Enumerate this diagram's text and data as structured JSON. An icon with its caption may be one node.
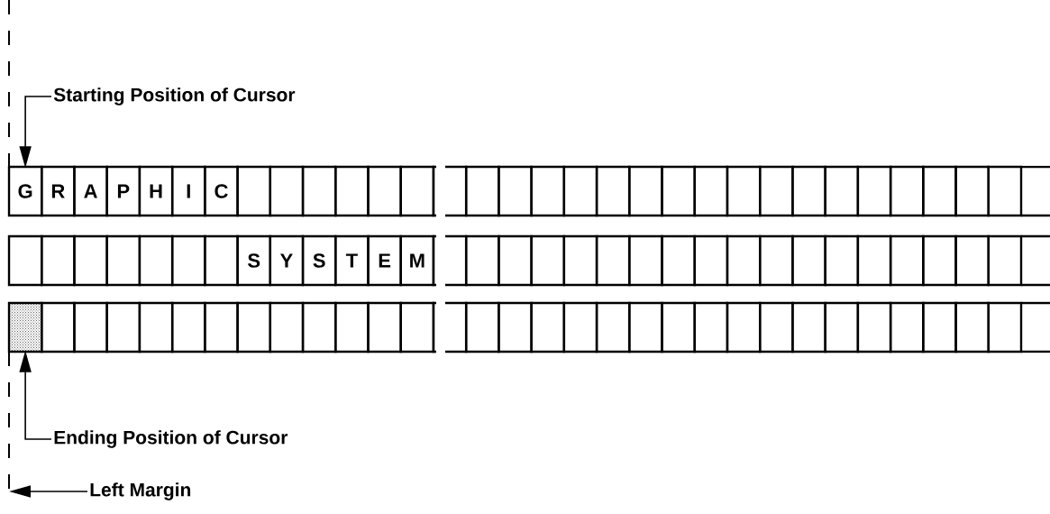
{
  "diagram": {
    "nodes": [
      {
        "text": [
          "Starting Position of Cursor"
        ]
      },
      {
        "text": [
          "G"
        ]
      },
      {
        "text": [
          "R"
        ]
      },
      {
        "text": [
          "A"
        ]
      },
      {
        "text": [
          "P"
        ]
      },
      {
        "text": [
          "H"
        ]
      },
      {
        "text": [
          "I"
        ]
      },
      {
        "text": [
          "C"
        ]
      },
      {
        "text": [],
        "shape": "box"
      },
      {
        "text": [],
        "shape": "box"
      },
      {
        "text": [],
        "shape": "box"
      },
      {
        "text": [],
        "shape": "box"
      },
      {
        "text": [],
        "shape": "box"
      },
      {
        "text": [],
        "shape": "box"
      },
      {
        "text": [],
        "shape": "box"
      },
      {
        "text": [],
        "shape": "box"
      },
      {
        "text": [],
        "shape": "box"
      },
      {
        "text": [],
        "shape": "box"
      },
      {
        "text": [],
        "shape": "box"
      },
      {
        "text": [],
        "shape": "box"
      },
      {
        "text": [],
        "shape": "box"
      },
      {
        "text": [],
        "shape": "box"
      },
      {
        "text": [],
        "shape": "box"
      },
      {
        "text": [],
        "shape": "box"
      },
      {
        "text": [],
        "shape": "box"
      },
      {
        "text": [],
        "shape": "box"
      },
      {
        "text": [],
        "shape": "box"
      },
      {
        "text": [],
        "shape": "box"
      },
      {
        "text": [],
        "shape": "box"
      },
      {
        "text": [],
        "shape": "box"
      },
      {
        "text": [],
        "shape": "box"
      },
      {
        "text": [],
        "shape": "box"
      },
      {
        "text": [],
        "shape": "box"
      },
      {
        "text": [],
        "shape": "box"
      },
      {
        "text": [],
        "shape": "box"
      },
      {
        "text": [],
        "shape": "box"
      },
      {
        "text": [],
        "shape": "box"
      },
      {
        "text": [],
        "shape": "box"
      },
      {
        "text": [],
        "shape": "box"
      },
      {
        "text": [
          "S"
        ]
      },
      {
        "text": [
          "Y"
        ]
      },
      {
        "text": [
          "S"
        ]
      },
      {
        "text": [
          "T"
        ]
      },
      {
        "text": [
          "E"
        ]
      },
      {
        "text": [
          "M"
        ]
      },
      {
        "text": [],
        "shape": "box"
      },
      {
        "text": [],
        "shape": "box"
      },
      {
        "text": [],
        "shape": "box"
      },
      {
        "text": [],
        "shape": "box"
      },
      {
        "text": [],
        "shape": "box"
      },
      {
        "text": [],
        "shape": "box"
      },
      {
        "text": [],
        "shape": "box"
      },
      {
        "text": [],
        "shape": "box"
      },
      {
        "text": [],
        "shape": "box"
      },
      {
        "text": [],
        "shape": "box"
      },
      {
        "text": [],
        "shape": "box"
      },
      {
        "text": [],
        "shape": "box"
      },
      {
        "text": [],
        "shape": "box"
      },
      {
        "text": [],
        "shape": "box"
      },
      {
        "text": [],
        "shape": "box"
      },
      {
        "text": [],
        "shape": "box"
      },
      {
        "text": [],
        "shape": "box"
      },
      {
        "text": [],
        "shape": "box"
      },
      {
        "text": [],
        "shape": "box"
      },
      {
        "text": [],
        "shape": "box"
      },
      {
        "text": [],
        "shape": "box"
      },
      {
        "text": [],
        "shape": "box"
      },
      {
        "text": [],
        "shape": "box"
      },
      {
        "text": [],
        "shape": "box"
      },
      {
        "text": [],
        "shape": "box"
      },
      {
        "text": [],
        "shape": "box"
      },
      {
        "text": [],
        "shape": "box"
      },
      {
        "text": [],
        "shape": "box"
      },
      {
        "text": [],
        "shape": "box"
      },
      {
        "text": [],
        "shape": "box"
      },
      {
        "text": [],
        "shape": "box"
      },
      {
        "text": [],
        "shape": "box"
      },
      {
        "text": [],
        "shape": "box"
      },
      {
        "text": [],
        "shape": "box"
      },
      {
        "text": [],
        "shape": "box"
      },
      {
        "text": [],
        "shape": "box"
      },
      {
        "text": [],
        "shape": "box"
      },
      {
        "text": [],
        "shape": "box"
      },
      {
        "text": [],
        "shape": "box"
      },
      {
        "text": [],
        "shape": "box"
      },
      {
        "text": [],
        "shape": "box"
      },
      {
        "text": [],
        "shape": "box"
      },
      {
        "text": [],
        "shape": "box"
      },
      {
        "text": [],
        "shape": "box"
      },
      {
        "text": [],
        "shape": "box"
      },
      {
        "text": [],
        "shape": "box"
      },
      {
        "text": [],
        "shape": "box"
      },
      {
        "text": [],
        "shape": "box"
      },
      {
        "text": [],
        "shape": "box"
      },
      {
        "text": [
          "Ending Position of Cursor"
        ]
      },
      {
        "text": [
          "Left Margin"
        ]
      },
      {
        "text": [],
        "shape": "line"
      }
    ],
    "edges": [
      {
        "from": 0,
        "to": 1,
        "arrow": "to"
      },
      {
        "from": 94,
        "to": 63,
        "arrow": "to"
      },
      {
        "from": 95,
        "to": 96,
        "arrow": "to"
      }
    ]
  }
}
